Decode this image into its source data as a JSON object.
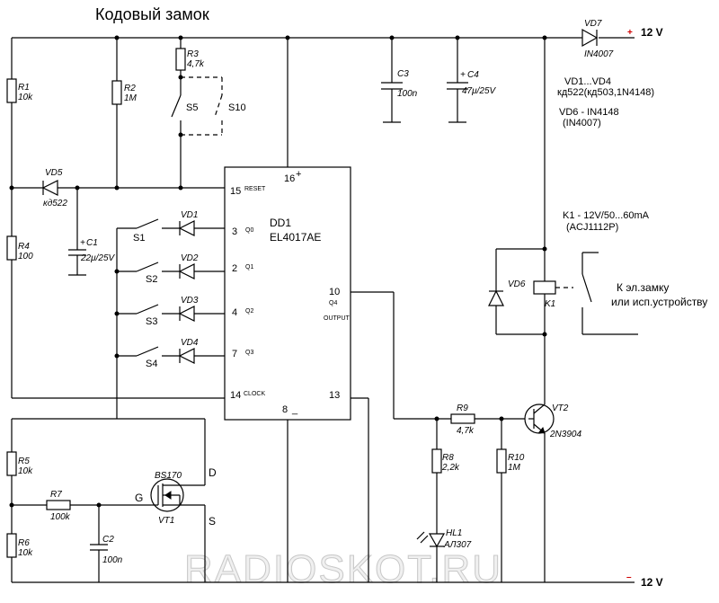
{
  "title": "Кодовый замок",
  "watermark": "RADIOSKOT.RU",
  "power": {
    "plus_label": "12 V",
    "minus_label": "12 V",
    "plus_sign": "+",
    "minus_sign": "–"
  },
  "ic": {
    "name": "DD1",
    "part": "EL4017AE",
    "pin16": "16",
    "pin16_sign": "+",
    "pin15": "15",
    "pin15_name": "RESET",
    "pin3": "3",
    "pin3_name": "Q0",
    "pin2": "2",
    "pin2_name": "Q1",
    "pin4": "4",
    "pin4_name": "Q2",
    "pin7": "7",
    "pin7_name": "Q3",
    "pin14": "14",
    "pin14_name": "CLOCK",
    "pin10": "10",
    "pin10_name": "Q4",
    "output_name": "OUTPUT",
    "pin8": "8",
    "pin8_sign": "_",
    "pin13": "13"
  },
  "components": {
    "R1": {
      "ref": "R1",
      "value": "10k"
    },
    "R2": {
      "ref": "R2",
      "value": "1M"
    },
    "R3": {
      "ref": "R3",
      "value": "4,7k"
    },
    "R4": {
      "ref": "R4",
      "value": "100"
    },
    "R5": {
      "ref": "R5",
      "value": "10k"
    },
    "R6": {
      "ref": "R6",
      "value": "10k"
    },
    "R7": {
      "ref": "R7",
      "value": "100k"
    },
    "R8": {
      "ref": "R8",
      "value": "2,2k"
    },
    "R9": {
      "ref": "R9",
      "value": "4,7k"
    },
    "R10": {
      "ref": "R10",
      "value": "1M"
    },
    "C1": {
      "ref": "C1",
      "value": "22μ/25V",
      "sign": "+"
    },
    "C2": {
      "ref": "C2",
      "value": "100n"
    },
    "C3": {
      "ref": "C3",
      "value": "100n"
    },
    "C4": {
      "ref": "C4",
      "value": "47μ/25V",
      "sign": "+"
    },
    "VD1": {
      "ref": "VD1"
    },
    "VD2": {
      "ref": "VD2"
    },
    "VD3": {
      "ref": "VD3"
    },
    "VD4": {
      "ref": "VD4"
    },
    "VD5": {
      "ref": "VD5",
      "value": "кд522"
    },
    "VD6": {
      "ref": "VD6"
    },
    "VD7": {
      "ref": "VD7",
      "value": "IN4007"
    },
    "HL1": {
      "ref": "HL1",
      "value": "АЛ307"
    },
    "VT1": {
      "ref": "VT1",
      "part": "BS170",
      "gate": "G",
      "drain": "D",
      "source": "S"
    },
    "VT2": {
      "ref": "VT2",
      "part": "2N3904"
    },
    "K1": {
      "ref": "K1"
    },
    "S1": {
      "ref": "S1"
    },
    "S2": {
      "ref": "S2"
    },
    "S3": {
      "ref": "S3"
    },
    "S4": {
      "ref": "S4"
    },
    "S5": {
      "ref": "S5"
    },
    "S10": {
      "ref": "S10"
    }
  },
  "notes": {
    "vd_line1": "VD1...VD4",
    "vd_line2": "кд522(кд503,1N4148)",
    "vd6_line1": "VD6 - IN4148",
    "vd6_line2": "(IN4007)",
    "k1_line1": "K1 - 12V/50...60mA",
    "k1_line2": "(ACJ1112P)",
    "lock_line1": "К эл.замку",
    "lock_line2": "или исп.устройству"
  }
}
